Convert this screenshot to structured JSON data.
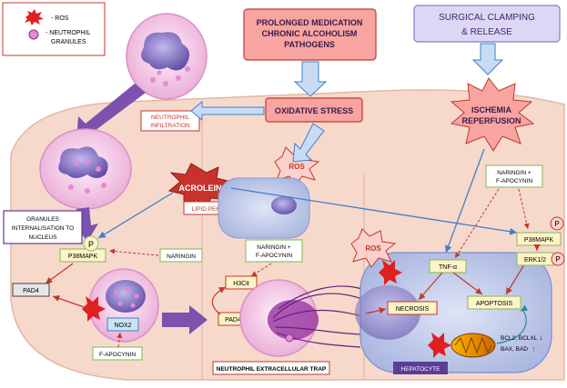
{
  "legend": {
    "ros": "- ROS",
    "granules_1": "- NEUTROPHIL",
    "granules_2": "GRANULES"
  },
  "boxes": {
    "prolonged_1": "PROLONGED MEDICATION",
    "prolonged_2": "CHRONIC ALCOHOLISM",
    "prolonged_3": "PATHOGENS",
    "surgical_1": "SURGICAL CLAMPING",
    "surgical_2": "& RELEASE",
    "oxidative": "OXIDATIVE STRESS",
    "ischemia_1": "ISCHEMIA",
    "ischemia_2": "REPERFUSION",
    "neutrophil_infiltration_1": "NEUTROPHIL",
    "neutrophil_infiltration_2": "INFILTRATION",
    "acrolein": "ACROLEIN",
    "lipid": "LIPID PEROXIDATION",
    "granules_int_1": "GRANULES",
    "granules_int_2": "INTERNALISATION TO",
    "granules_int_3": "NUCLEUS",
    "naringin": "NARINGIN",
    "naringin_fapo_left_1": "NARINGIN +",
    "naringin_fapo_left_2": "F-APOCYNIN",
    "naringin_fapo_right_1": "NARINGIN +",
    "naringin_fapo_right_2": "F-APOCYNIN",
    "p38_left": "P38MAPK",
    "p38_right": "P38MAPK",
    "erk": "ERK1/2",
    "pad4_left": "PAD4",
    "pad4_mid": "PAD4",
    "h3cit": "H3Cit",
    "nox2": "NOX2",
    "fapocynin": "F-APOCYNIN",
    "net": "NEUTROPHIL EXTRACELLULAR TRAP",
    "tnf": "TNF-α",
    "necrosis": "NECROSIS",
    "apoptosis": "APOPTOSIS",
    "bcl_1": "BCL2, BCLXL",
    "bcl_2": "BAX, BAD",
    "hepatocyte": "HEPATOCYTE",
    "ros_1": "ROS",
    "ros_2": "ROS",
    "p": "P"
  },
  "arrows": {
    "down": "↓",
    "up": "↑"
  },
  "colors": {
    "tissue": "#f7d9cc",
    "red_box": "#f8a4a0",
    "purple_box": "#ddd6f5",
    "yellow_box": "#fff3c8",
    "green_border": "#92c06a",
    "red_border": "#c0392b",
    "purple_arrow": "#7b52ae",
    "blue_arrow": "#3f7fc8",
    "cell": "#f5c5e4",
    "nucleus": "#8e80c4",
    "hepatocyte": "#c9d2ee"
  }
}
